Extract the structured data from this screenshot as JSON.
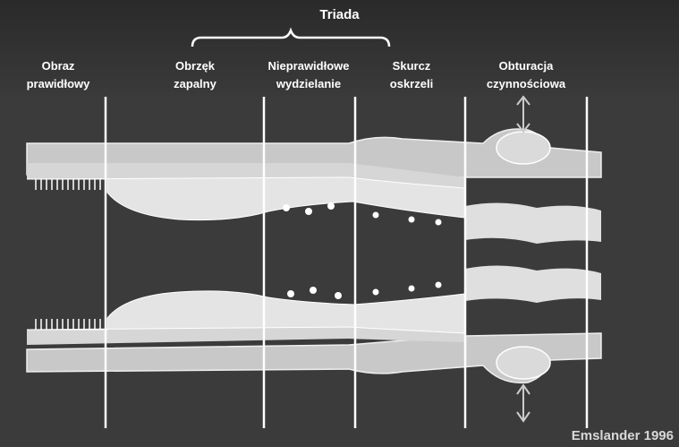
{
  "title": "Triada",
  "stages": [
    {
      "line1": "Obraz",
      "line2": "prawidłowy"
    },
    {
      "line1": "Obrzęk",
      "line2": "zapalny"
    },
    {
      "line1": "Nieprawidłowe",
      "line2": "wydzielanie"
    },
    {
      "line1": "Skurcz",
      "line2": "oskrzeli"
    },
    {
      "line1": "Obturacja",
      "line2": "czynnościowa"
    }
  ],
  "credit": "Emslander 1996",
  "colors": {
    "background": "#3b3b3b",
    "wall": "#c8c8c8",
    "mucosa": "#e6e6e6",
    "mucus": "#f2f2f2",
    "divider": "#ffffff"
  }
}
